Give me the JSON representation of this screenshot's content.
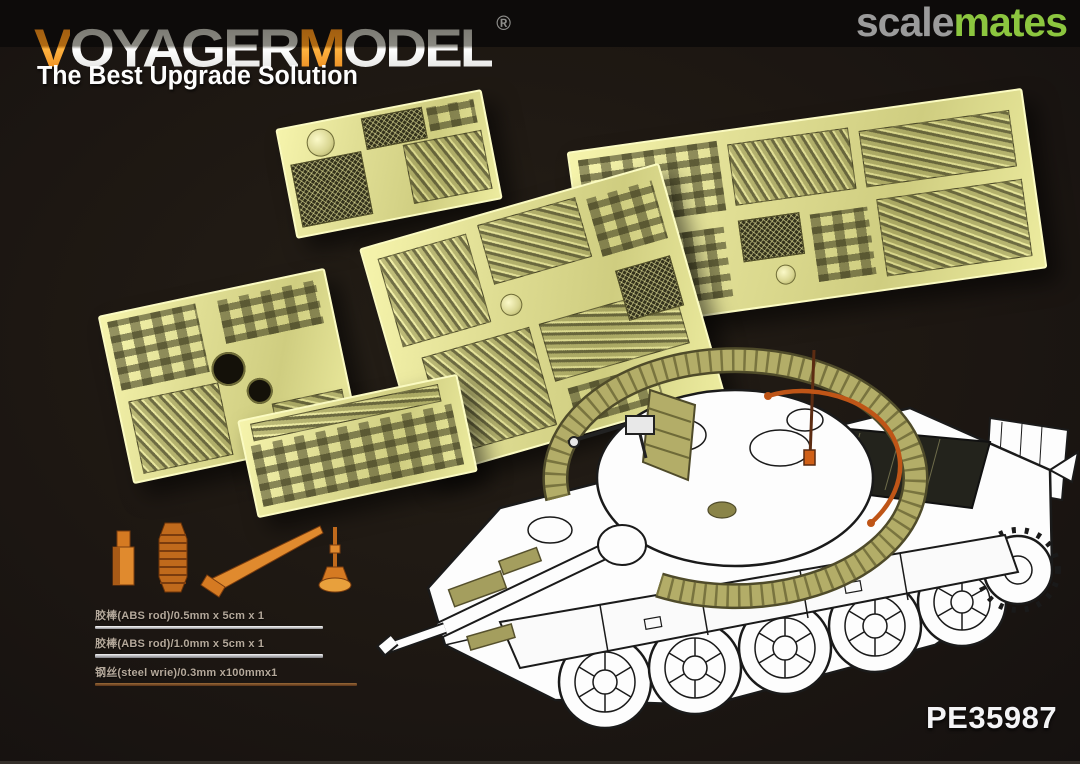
{
  "header": {
    "brand": {
      "part_v": "V",
      "part_oyager": "OYAGER",
      "part_m": "M",
      "part_odel": "ODEL",
      "registered": "®",
      "tagline": "The Best Upgrade Solution"
    },
    "partner": {
      "scale": "scale",
      "mates": "mates"
    }
  },
  "product": {
    "code": "PE35987"
  },
  "specs": {
    "rows": [
      {
        "label": "胶棒(ABS rod)/0.5mm x 5cm x 1",
        "item": "abs-rod-0.5mm"
      },
      {
        "label": "胶棒(ABS rod)/1.0mm x 5cm x 1",
        "item": "abs-rod-1.0mm"
      },
      {
        "label": "钢丝(steel wrie)/0.3mm x100mmx1",
        "item": "steel-wire-0.3mm"
      }
    ]
  },
  "scene": {
    "photo_etch_frets": {
      "count": 5,
      "brass_color": "#e9e79a",
      "etch_color": "#34321c",
      "description": "photo-etched brass detail sheets"
    },
    "turned_parts": {
      "count": 4,
      "color": "#d57a22",
      "items": [
        "stepped-collar",
        "ribbed-muzzle",
        "tapered-rod",
        "antenna-base"
      ]
    },
    "tank_illustration": {
      "subject": "Type 59/69 MBT line drawing",
      "line_color": "#1a1a1a",
      "body_color": "#fdfdfd",
      "pe_highlight_color": "#b3ad68",
      "cable_color": "#bf5517"
    }
  },
  "colors": {
    "background": "#1d1712",
    "top_strip": "#0d0b0a",
    "brand_orange": "#e8871c",
    "brand_gray": "#d6d6d4",
    "mates_green": "#8cc63f",
    "code_white": "#f4f4f6"
  }
}
